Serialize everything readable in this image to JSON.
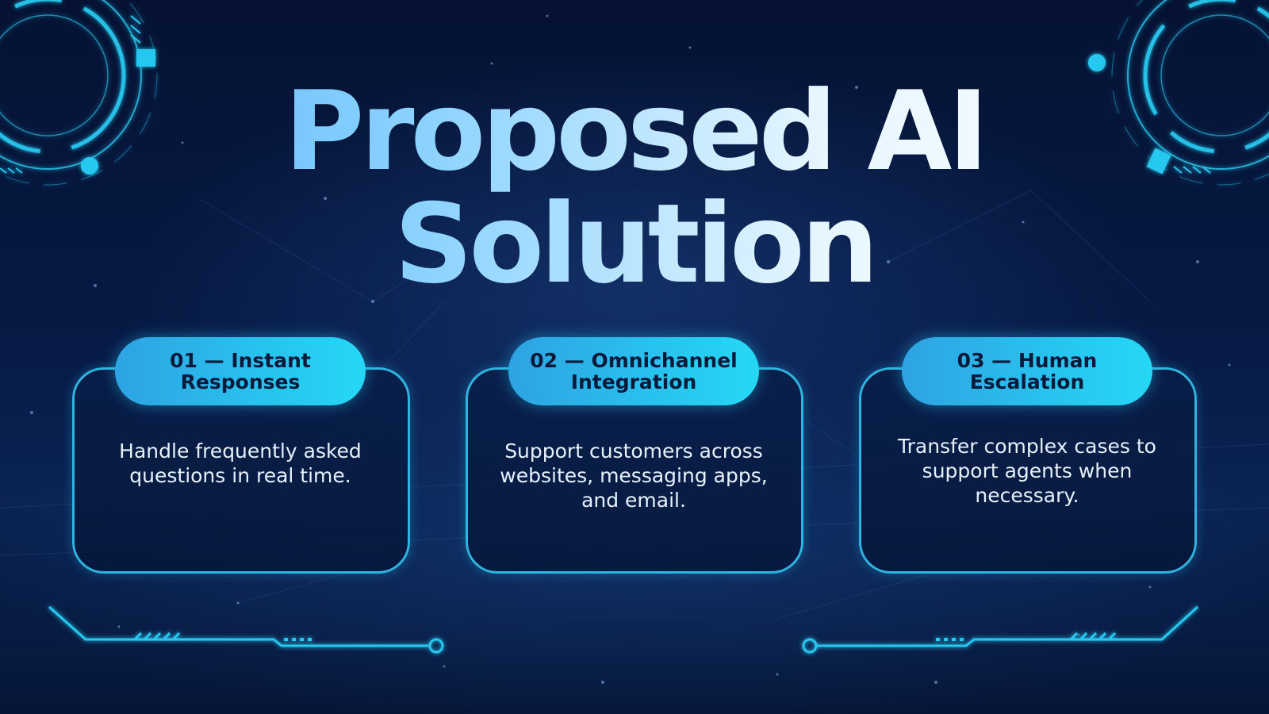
{
  "slide": {
    "title_line1": "Proposed AI",
    "title_line2": "Solution"
  },
  "cards": [
    {
      "heading": "01 — Instant Responses",
      "text": "Handle frequently asked questions in real time."
    },
    {
      "heading": "02 — Omnichannel Integration",
      "text": "Support customers across websites, messaging apps, and email."
    },
    {
      "heading": "03 — Human Escalation",
      "text": "Transfer complex cases to support agents when necessary."
    }
  ],
  "icons": [
    "hud-ring-icon",
    "hud-ring-icon",
    "circuit-line-icon",
    "circuit-line-icon"
  ],
  "colors": {
    "background": "#071a44",
    "accent": "#25d8f5",
    "card_border": "#2fb3df",
    "pill_text": "#0a1a3a"
  }
}
